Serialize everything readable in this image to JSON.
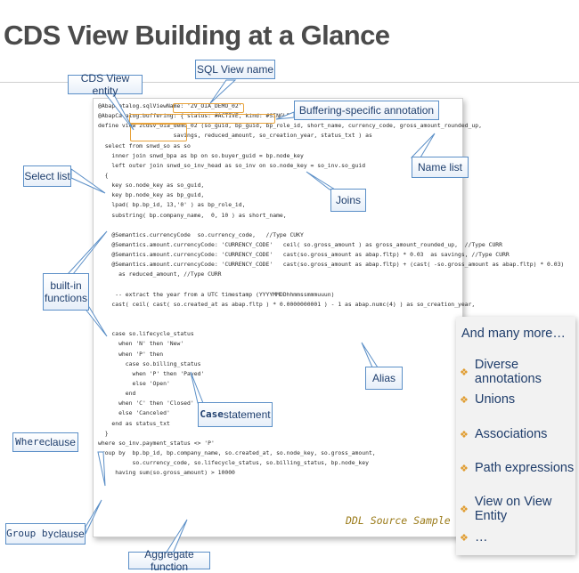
{
  "page": {
    "title": "CDS View Building at a Glance",
    "ddl_caption": "DDL Source Sample"
  },
  "callouts": {
    "cds_view_entity": "CDS View entity",
    "sql_view_name": "SQL View name",
    "buffering": "Buffering-specific annotation",
    "name_list": "Name list",
    "select_list": "Select list",
    "joins": "Joins",
    "builtin_1": "built-in",
    "builtin_2": "functions",
    "alias": "Alias",
    "case_word": "Case",
    "case_rest": " statement",
    "where_word": "Where",
    "where_rest": " clause",
    "group_word": "Group by",
    "group_rest": " clause",
    "aggregate": "Aggregate function"
  },
  "more": {
    "title": "And many more…",
    "items": [
      "Diverse annotations",
      "Unions",
      "Associations",
      "Path expressions",
      "View on View Entity",
      "…"
    ]
  },
  "code": [
    "@AbapCatalog.sqlViewName: 'ZV_OIA_DEMO_02'",
    "@AbapCatalog.buffering: { status: #ACTIVE, kind: #SINGLE }",
    "define view zcdsv_oia_demo_02 (so_guid, bp_guid, bp_role_id, short_name, currency_code, gross_amount_rounded_up,",
    "                      savings, reduced_amount, so_creation_year, status_txt ) as",
    "  select from snwd_so as so",
    "    inner join snwd_bpa as bp on so.buyer_guid = bp.node_key",
    "    left outer join snwd_so_inv_head as so_inv on so.node_key = so_inv.so_guid",
    "  {",
    "    key so.node_key as so_guid,",
    "    key bp.node_key as bp_guid,",
    "    lpad( bp.bp_id, 13,'0' ) as bp_role_id,",
    "    substring( bp.company_name,  0, 10 ) as short_name,",
    "",
    "    @Semantics.currencyCode  so.currency_code,   //Type CUKY",
    "    @Semantics.amount.currencyCode: 'CURRENCY_CODE'   ceil( so.gross_amount ) as gross_amount_rounded_up,  //Type CURR",
    "    @Semantics.amount.currencyCode: 'CURRENCY_CODE'   cast(so.gross_amount as abap.fltp) * 0.03  as savings, //Type CURR",
    "    @Semantics.amount.currencyCode: 'CURRENCY_CODE'   cast(so.gross_amount as abap.fltp) + (cast( -so.gross_amount as abap.fltp) * 0.03)",
    "      as reduced_amount, //Type CURR",
    "",
    "     -- extract the year from a UTC timestamp (YYYYMMDDhhmmssmmmuuun)",
    "    cast( ceil( cast( so.created_at as abap.fltp ) * 0.0000000001 ) - 1 as abap.numc(4) ) as so_creation_year,",
    "",
    "",
    "    case so.lifecycle_status",
    "      when 'N' then 'New'",
    "      when 'P' then",
    "        case so.billing_status",
    "          when 'P' then 'Payed'",
    "          else 'Open'",
    "        end",
    "      when 'C' then 'Closed'",
    "      else 'Canceled'",
    "    end as status_txt",
    "  }",
    "where so_inv.payment_status <> 'P'",
    "group by  bp.bp_id, bp.company_name, so.created_at, so.node_key, so.gross_amount,",
    "          so.currency_code, so.lifecycle_status, so.billing_status, bp.node_key",
    "     having sum(so.gross_amount) > 10000"
  ]
}
